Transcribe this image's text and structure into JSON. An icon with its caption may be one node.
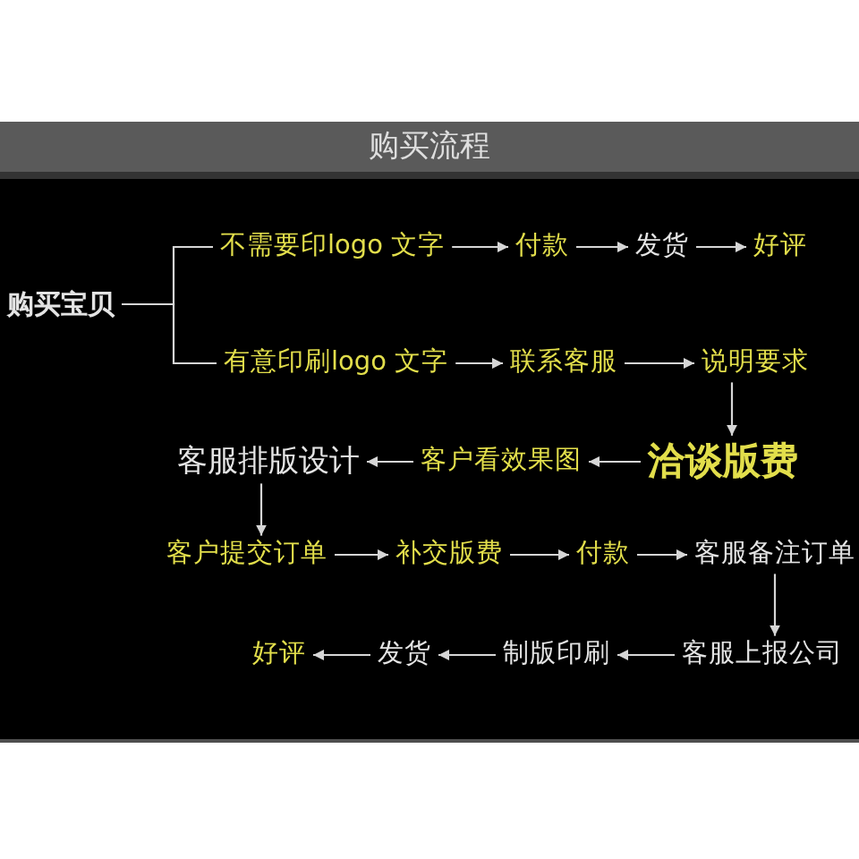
{
  "diagram": {
    "title": "购买流程",
    "nodes": [
      {
        "text": [
          "购买宝贝"
        ]
      },
      {
        "text": [
          "不需要印logo 文字"
        ]
      },
      {
        "text": [
          "付款"
        ]
      },
      {
        "text": [
          "发货"
        ]
      },
      {
        "text": [
          "好评"
        ]
      },
      {
        "text": [
          "有意印刷logo 文字"
        ]
      },
      {
        "text": [
          "联系客服"
        ]
      },
      {
        "text": [
          "说明要求"
        ]
      },
      {
        "text": [
          "客服排版设计"
        ]
      },
      {
        "text": [
          "客户看效果图"
        ]
      },
      {
        "text": [
          "洽谈版费"
        ]
      },
      {
        "text": [
          "客户提交订单"
        ]
      },
      {
        "text": [
          "补交版费"
        ]
      },
      {
        "text": [
          "付款"
        ]
      },
      {
        "text": [
          "客服备注订单"
        ]
      },
      {
        "text": [
          "好评"
        ]
      },
      {
        "text": [
          "发货"
        ]
      },
      {
        "text": [
          "制版印刷"
        ]
      },
      {
        "text": [
          "客服上报公司"
        ]
      }
    ],
    "edges": [
      {
        "from": 0,
        "to": 1,
        "arrow": "none"
      },
      {
        "from": 0,
        "to": 5,
        "arrow": "none"
      },
      {
        "from": 1,
        "to": 2,
        "arrow": "to"
      },
      {
        "from": 2,
        "to": 3,
        "arrow": "to"
      },
      {
        "from": 3,
        "to": 4,
        "arrow": "to"
      },
      {
        "from": 5,
        "to": 6,
        "arrow": "to"
      },
      {
        "from": 6,
        "to": 7,
        "arrow": "to"
      },
      {
        "from": 7,
        "to": 10,
        "arrow": "to"
      },
      {
        "from": 10,
        "to": 9,
        "arrow": "to"
      },
      {
        "from": 9,
        "to": 8,
        "arrow": "to"
      },
      {
        "from": 8,
        "to": 11,
        "arrow": "to"
      },
      {
        "from": 11,
        "to": 12,
        "arrow": "to"
      },
      {
        "from": 12,
        "to": 13,
        "arrow": "to"
      },
      {
        "from": 13,
        "to": 14,
        "arrow": "to"
      },
      {
        "from": 14,
        "to": 18,
        "arrow": "to"
      },
      {
        "from": 18,
        "to": 17,
        "arrow": "to"
      },
      {
        "from": 17,
        "to": 16,
        "arrow": "to"
      },
      {
        "from": 16,
        "to": 15,
        "arrow": "to"
      }
    ]
  }
}
